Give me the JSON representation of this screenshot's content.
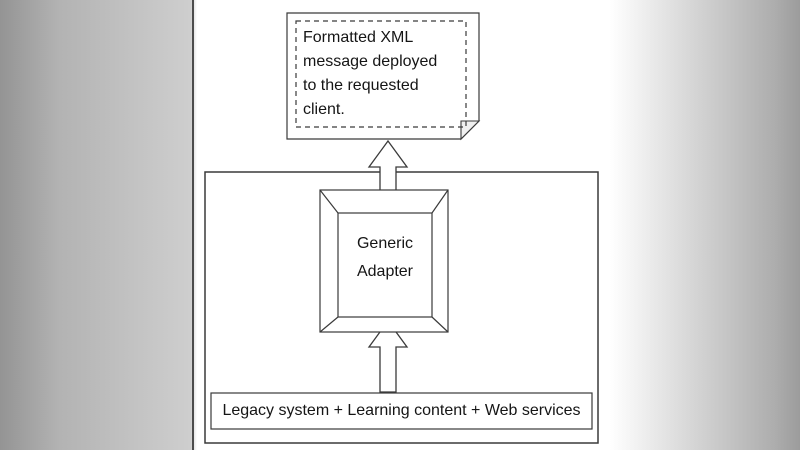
{
  "diagram": {
    "note": {
      "lines": [
        "Formatted XML",
        "message deployed",
        "to the requested",
        "client."
      ]
    },
    "adapter": {
      "label_line1": "Generic",
      "label_line2": "Adapter"
    },
    "source_bar": {
      "label": "Legacy system + Learning content + Web services"
    },
    "colors": {
      "line": "#3a3a3a",
      "page": "#ffffff",
      "margin": "#9c9c9c"
    }
  }
}
